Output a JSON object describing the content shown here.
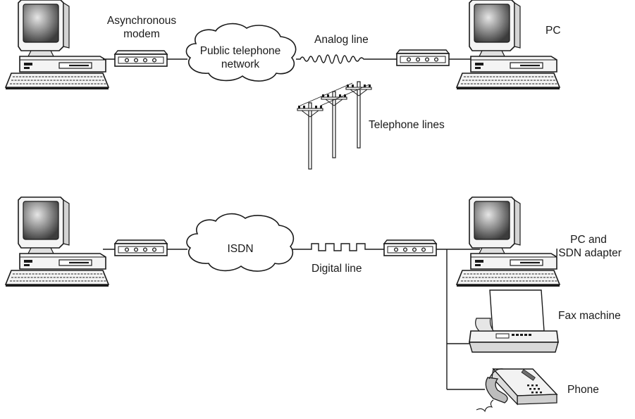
{
  "labels": {
    "async_modem_line1": "Asynchronous",
    "async_modem_line2": "modem",
    "public_network_line1": "Public telephone",
    "public_network_line2": "network",
    "analog_line": "Analog line",
    "pc": "PC",
    "telephone_lines": "Telephone lines",
    "isdn": "ISDN",
    "digital_line": "Digital line",
    "pc_isdn_line1": "PC and",
    "pc_isdn_line2": "ISDN adapter",
    "fax_machine": "Fax machine",
    "phone": "Phone"
  },
  "colors": {
    "stroke": "#1a1a1a",
    "screen_inner": "#6e6e6e",
    "screen_glare": "#cfcfcf",
    "body_fill": "#f2f2f2",
    "shade": "#9a9a9a"
  }
}
